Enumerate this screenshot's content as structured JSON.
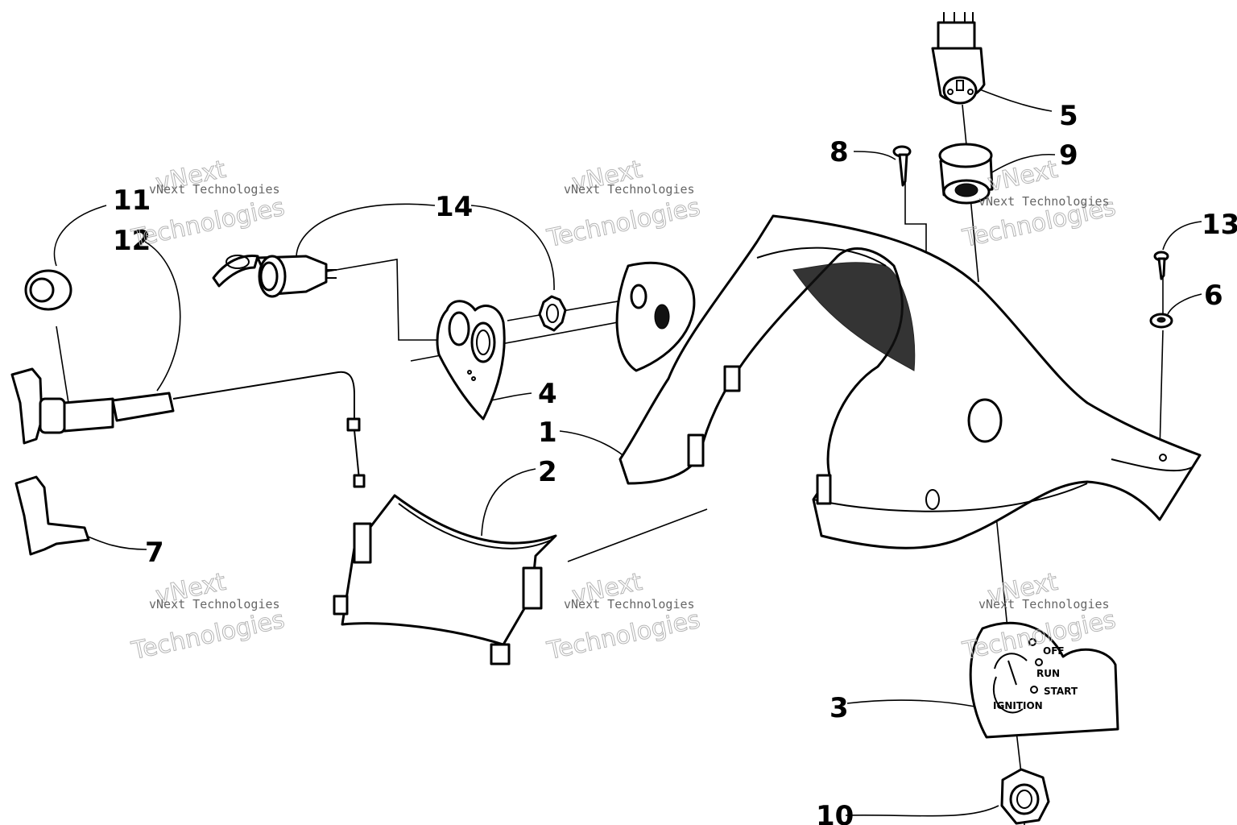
{
  "callouts": {
    "c1": "1",
    "c2": "2",
    "c3": "3",
    "c4": "4",
    "c5": "5",
    "c6": "6",
    "c7": "7",
    "c8": "8",
    "c9": "9",
    "c10": "10",
    "c11": "11",
    "c12": "12",
    "c13": "13",
    "c14": "14"
  },
  "ignition_plate": {
    "off": "OFF",
    "run": "RUN",
    "start": "START",
    "ignition": "IGNITION"
  },
  "watermark": {
    "line1": "vNext Technologies",
    "line2a": "vNext",
    "line2b": "Technologies"
  }
}
